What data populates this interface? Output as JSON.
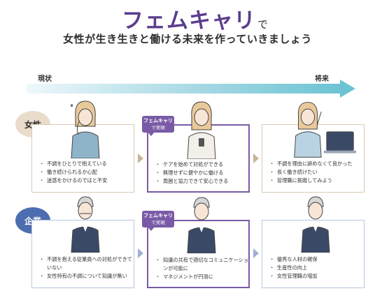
{
  "brand": {
    "name": "フェムキャリ",
    "suffix": "で"
  },
  "headline": "女性が生き生きと働ける未来を作っていきましょう",
  "timeline": {
    "start": "現状",
    "end": "将来"
  },
  "badge": {
    "line1": "フェムキャリ",
    "line2": "で実現"
  },
  "women": {
    "label": "女性",
    "cards": [
      {
        "points": [
          "不調をひとりで抱えている",
          "働き続けられるか心配",
          "迷惑をかけるのではと不安"
        ]
      },
      {
        "points": [
          "ケアを始めて対処ができる",
          "無理せずに健やかに働ける",
          "周囲と協力できて安心できる"
        ]
      },
      {
        "points": [
          "不調を理由に諦めなくて良かった",
          "長く働き続けたい",
          "管理職に挑戦してみよう"
        ]
      }
    ]
  },
  "company": {
    "label": "企業",
    "cards": [
      {
        "points": [
          "不調を抱える従業員への対処ができていない",
          "女性特有の不調について知識が無い"
        ]
      },
      {
        "points": [
          "知識の共有で適切なコミュニケーションが可能に",
          "マネジメントが円滑に"
        ]
      },
      {
        "points": [
          "優秀な人材の確保",
          "生産性の向上",
          "女性管理職の増加"
        ]
      }
    ]
  },
  "colors": {
    "brand": "#5c3d8e",
    "badge": "#7a5aa6",
    "arrow": "#6cc3d3",
    "women_tag": "#e9dccb",
    "company_tag": "#4c6db0"
  }
}
